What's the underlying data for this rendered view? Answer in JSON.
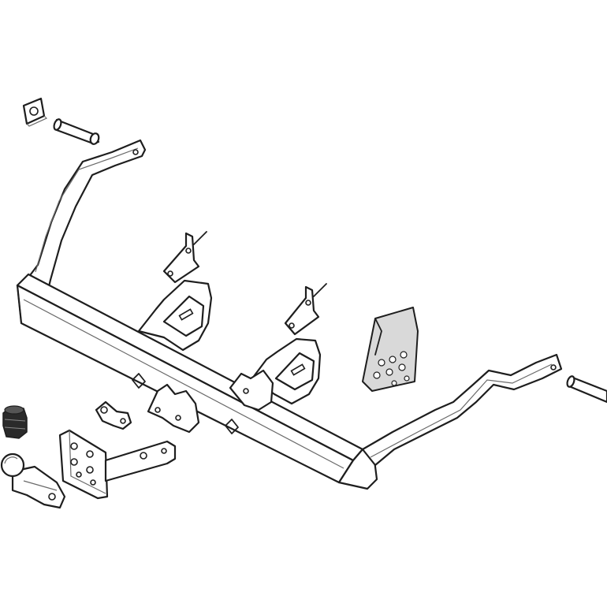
{
  "diagram": {
    "colors": {
      "outline": "#1e1e1e",
      "fill": "#ffffff",
      "shade": "#d9d9d9",
      "dark": "#2a2a2a"
    },
    "parts": [
      {
        "id": "square-nut",
        "icon": "square-nut-icon"
      },
      {
        "id": "spacer-tube-left",
        "icon": "spacer-tube-icon"
      },
      {
        "id": "left-side-arm",
        "icon": "side-arm-icon"
      },
      {
        "id": "main-crossbar",
        "icon": "crossbar-icon"
      },
      {
        "id": "right-side-arm",
        "icon": "side-arm-icon"
      },
      {
        "id": "spacer-tube-right",
        "icon": "spacer-tube-icon"
      },
      {
        "id": "center-bracket-left",
        "icon": "bracket-icon"
      },
      {
        "id": "center-bracket-right",
        "icon": "bracket-icon"
      },
      {
        "id": "l-bracket-left",
        "icon": "l-bracket-icon"
      },
      {
        "id": "l-bracket-right",
        "icon": "l-bracket-icon"
      },
      {
        "id": "bolt-kit-bag",
        "icon": "bolt-bag-icon"
      },
      {
        "id": "electrical-socket",
        "icon": "socket-icon"
      },
      {
        "id": "socket-mount-clip",
        "icon": "clip-icon"
      },
      {
        "id": "faceplate-mount",
        "icon": "faceplate-icon"
      },
      {
        "id": "tow-ball",
        "icon": "tow-ball-icon"
      }
    ]
  }
}
